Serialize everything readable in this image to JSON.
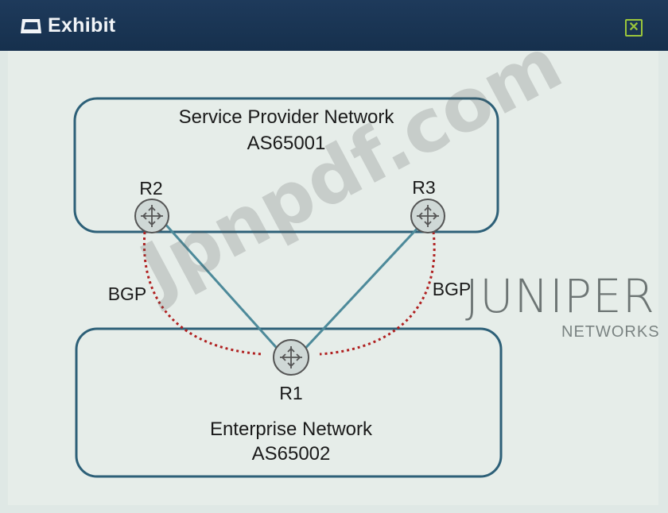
{
  "window": {
    "title": "Exhibit",
    "close_icon": "close-icon"
  },
  "diagram": {
    "provider_box": {
      "title": "Service Provider Network",
      "as": "AS65001"
    },
    "enterprise_box": {
      "title": "Enterprise Network",
      "as": "AS65002"
    },
    "routers": {
      "r1": "R1",
      "r2": "R2",
      "r3": "R3"
    },
    "sessions": {
      "left": "BGP",
      "right": "BGP"
    }
  },
  "watermark": {
    "text": "Jpnpdf.com"
  },
  "brand": {
    "name": "JUNIPER",
    "sub": "NETWORKS"
  },
  "colors": {
    "titlebar": "#1e3a5b",
    "box_border": "#2d6078",
    "bgp_dash": "#b02020",
    "link": "#4d8a9a"
  }
}
